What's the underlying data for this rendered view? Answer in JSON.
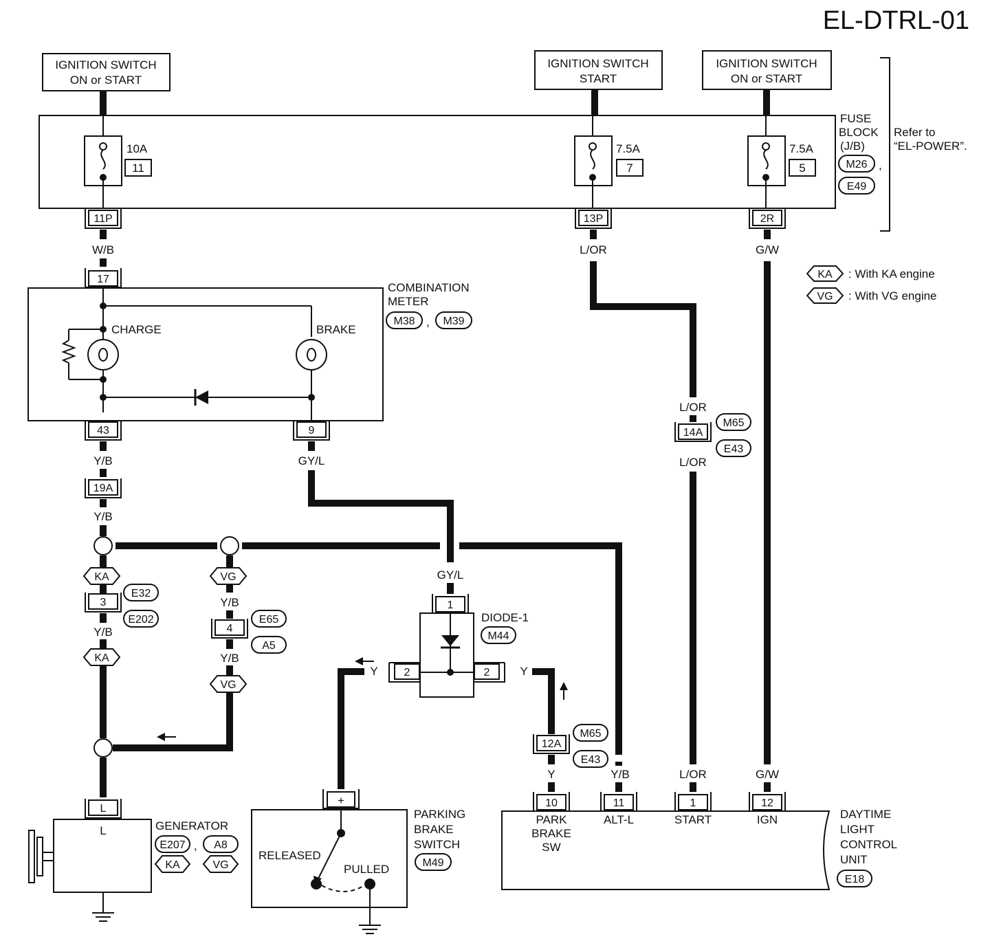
{
  "title": "EL-DTRL-01",
  "power_sources": {
    "left": [
      "IGNITION SWITCH",
      "ON or START"
    ],
    "middle": [
      "IGNITION SWITCH",
      "START"
    ],
    "right": [
      "IGNITION SWITCH",
      "ON or START"
    ]
  },
  "fuse_block": {
    "label": [
      "FUSE",
      "BLOCK",
      "(J/B)"
    ],
    "refer": [
      "Refer to",
      "“EL-POWER”."
    ],
    "connectors": [
      "M26",
      "E49"
    ],
    "fuses": [
      {
        "amp": "10A",
        "num": "11",
        "terminal": "11P"
      },
      {
        "amp": "7.5A",
        "num": "7",
        "terminal": "13P"
      },
      {
        "amp": "7.5A",
        "num": "5",
        "terminal": "2R"
      }
    ]
  },
  "legend": [
    {
      "code": "KA",
      "text": ": With KA engine"
    },
    {
      "code": "VG",
      "text": ": With VG engine"
    }
  ],
  "wire_colors": {
    "wb": "W/B",
    "lor": "L/OR",
    "gw": "G/W",
    "yb": "Y/B",
    "gyl": "GY/L",
    "y": "Y"
  },
  "combination_meter": {
    "label": [
      "COMBINATION",
      "METER"
    ],
    "connectors": [
      "M38",
      "M39"
    ],
    "charge": "CHARGE",
    "brake": "BRAKE",
    "terminals": {
      "top": "17",
      "left": "43",
      "right": "9"
    }
  },
  "connectors": {
    "c19a": "19A",
    "c14a": "14A",
    "c14a_refs": [
      "M65",
      "E43"
    ],
    "c3": "3",
    "c3_refs": [
      "E32",
      "E202"
    ],
    "c4": "4",
    "c4_refs": [
      "E65",
      "A5"
    ],
    "c12a": "12A",
    "c12a_refs": [
      "M65",
      "E43"
    ]
  },
  "engine_tags": {
    "ka": "KA",
    "vg": "VG"
  },
  "diode": {
    "label": "DIODE-1",
    "connector": "M44",
    "t1": "1",
    "t2l": "2",
    "t2r": "2"
  },
  "generator": {
    "label": "GENERATOR",
    "terminal": "L",
    "inner": "L",
    "refs": [
      "E207",
      "A8"
    ],
    "tags": [
      "KA",
      "VG"
    ]
  },
  "parking_brake_switch": {
    "label": [
      "PARKING",
      "BRAKE",
      "SWITCH"
    ],
    "connector": "M49",
    "terminal": "+",
    "released": "RELEASED",
    "pulled": "PULLED"
  },
  "control_unit": {
    "label": [
      "DAYTIME",
      "LIGHT",
      "CONTROL",
      "UNIT"
    ],
    "connector": "E18",
    "pins": [
      {
        "num": "10",
        "name": [
          "PARK",
          "BRAKE",
          "SW"
        ],
        "wire": "Y"
      },
      {
        "num": "11",
        "name": [
          "ALT-L"
        ],
        "wire": "Y/B"
      },
      {
        "num": "1",
        "name": [
          "START"
        ],
        "wire": "L/OR"
      },
      {
        "num": "12",
        "name": [
          "IGN"
        ],
        "wire": "G/W"
      }
    ]
  }
}
